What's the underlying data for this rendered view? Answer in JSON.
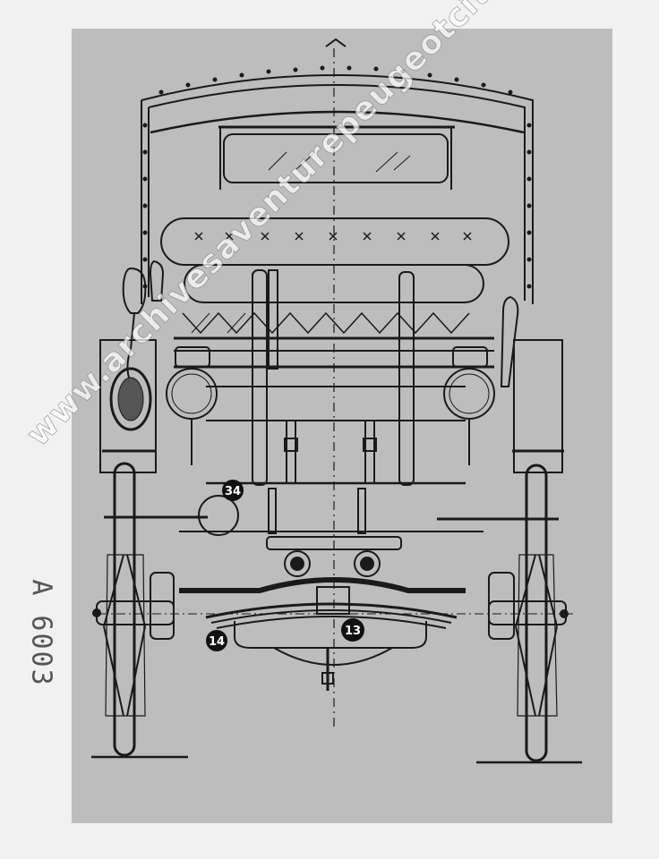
{
  "document": {
    "side_code": "A 6003",
    "watermark": "www.archivesaventurepeugeotcitroends.com",
    "callouts": [
      {
        "id": "callout-34",
        "label": "34"
      },
      {
        "id": "callout-13",
        "label": "13"
      },
      {
        "id": "callout-14",
        "label": "14"
      }
    ]
  },
  "colors": {
    "paper": "#f1f1f1",
    "drawing_background": "#bdbdbd",
    "ink": "#1a1a1a",
    "callout_fill": "#111111"
  }
}
